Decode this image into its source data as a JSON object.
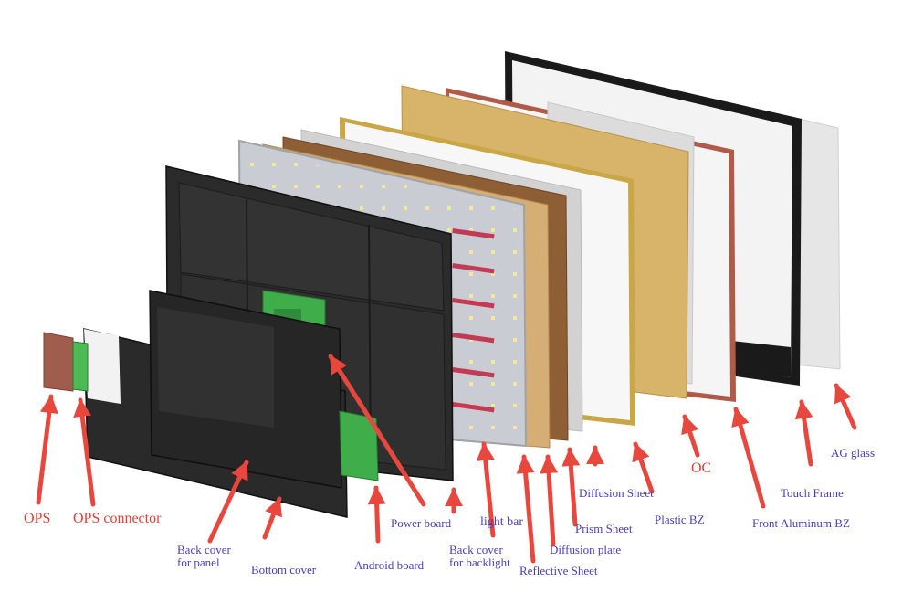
{
  "colors": {
    "arrow": "#e8473e",
    "label_blue": "#4a3cc0",
    "label_red": "#e0423a"
  },
  "labels": {
    "ops": "OPS",
    "ops_connector": "OPS connector",
    "back_cover_panel_1": "Back cover",
    "back_cover_panel_2": "for panel",
    "bottom_cover": "Bottom cover",
    "android_board": "Android board",
    "power_board": "Power board",
    "light_bar": "light bar",
    "back_cover_backlight_1": "Back cover",
    "back_cover_backlight_2": "for backlight",
    "reflective_sheet": "Reflective Sheet",
    "diffusion_plate": "Diffusion plate",
    "prism_sheet": "Prism Sheet",
    "diffusion_sheet": "Diffusion Sheet",
    "plastic_bz": "Plastic BZ",
    "oc": "OC",
    "front_aluminum_bz": "Front Aluminum BZ",
    "touch_frame": "Touch Frame",
    "ag_glass": "AG glass"
  }
}
